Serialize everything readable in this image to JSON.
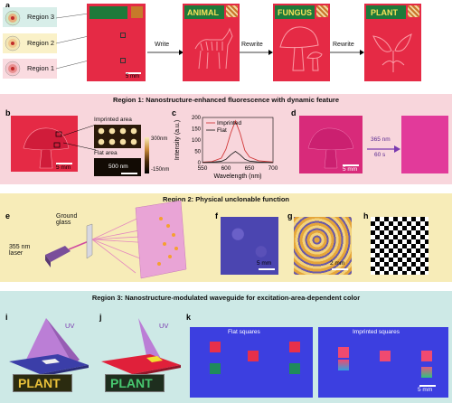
{
  "panel_a": {
    "label": "a",
    "regions": [
      "Region 3",
      "Region 2",
      "Region 1"
    ],
    "arrows": [
      "Write",
      "Rewrite",
      "Rewrite"
    ],
    "patterns": [
      "ANIMAL",
      "FUNGUS",
      "PLANT"
    ],
    "scale": "5 mm"
  },
  "band1": {
    "title": "Region 1: Nanostructure-enhanced fluorescence with dynamic feature",
    "panel_b": {
      "label": "b",
      "imprinted": "Imprinted area",
      "flat": "Flat area",
      "scale_main": "5 mm",
      "scale_inset": "500 nm",
      "cbar_top": "300nm",
      "cbar_bottom": "-150nm"
    },
    "panel_c": {
      "label": "c",
      "ylabel": "Intensity (a.u.)",
      "xlabel": "Wavelength (nm)",
      "legend": [
        "Imprinted",
        "Flat"
      ],
      "yticks": [
        "200",
        "150",
        "100",
        "50",
        "0"
      ],
      "xticks": [
        "550",
        "600",
        "650",
        "700"
      ]
    },
    "panel_d": {
      "label": "d",
      "arrow_top": "365 nm",
      "arrow_bottom": "60 s",
      "scale": "5 mm"
    }
  },
  "band2": {
    "title": "Region 2:  Physical unclonable function",
    "panel_e": {
      "label": "e",
      "laser": "355 nm laser",
      "glass": "Ground glass"
    },
    "panel_f": {
      "label": "f",
      "scale": "5 mm"
    },
    "panel_g": {
      "label": "g",
      "scale": "2 mm"
    },
    "panel_h": {
      "label": "h"
    }
  },
  "band3": {
    "title": "Region 3: Nanostructure-modulated waveguide for excitation-area-dependent color",
    "panel_i": {
      "label": "i",
      "uv": "UV",
      "word": "PLANT"
    },
    "panel_j": {
      "label": "j",
      "uv": "UV",
      "word": "PLANT"
    },
    "panel_k": {
      "label": "k",
      "flat": "Flat squares",
      "imprinted": "Imprinted squares",
      "scale": "5 mm"
    }
  },
  "chart_data": {
    "type": "line",
    "xlabel": "Wavelength (nm)",
    "ylabel": "Intensity (a.u.)",
    "xlim": [
      550,
      700
    ],
    "ylim": [
      0,
      200
    ],
    "legend_placement": "top-right",
    "series": [
      {
        "name": "Imprinted",
        "x": [
          550,
          570,
          590,
          600,
          610,
          620,
          630,
          640,
          650,
          670,
          700
        ],
        "y": [
          2,
          5,
          20,
          60,
          130,
          185,
          130,
          55,
          25,
          8,
          3
        ]
      },
      {
        "name": "Flat",
        "x": [
          550,
          570,
          590,
          600,
          610,
          620,
          630,
          640,
          650,
          670,
          700
        ],
        "y": [
          1,
          2,
          6,
          15,
          35,
          50,
          35,
          15,
          7,
          3,
          1
        ]
      }
    ]
  },
  "colors": {
    "red": "#e52a45",
    "pink_band": "#f8d6dc",
    "yellow_band": "#f7ecb8",
    "teal_band": "#cde9e6",
    "imprinted_line": "#d23a3a",
    "flat_line": "#222222"
  }
}
